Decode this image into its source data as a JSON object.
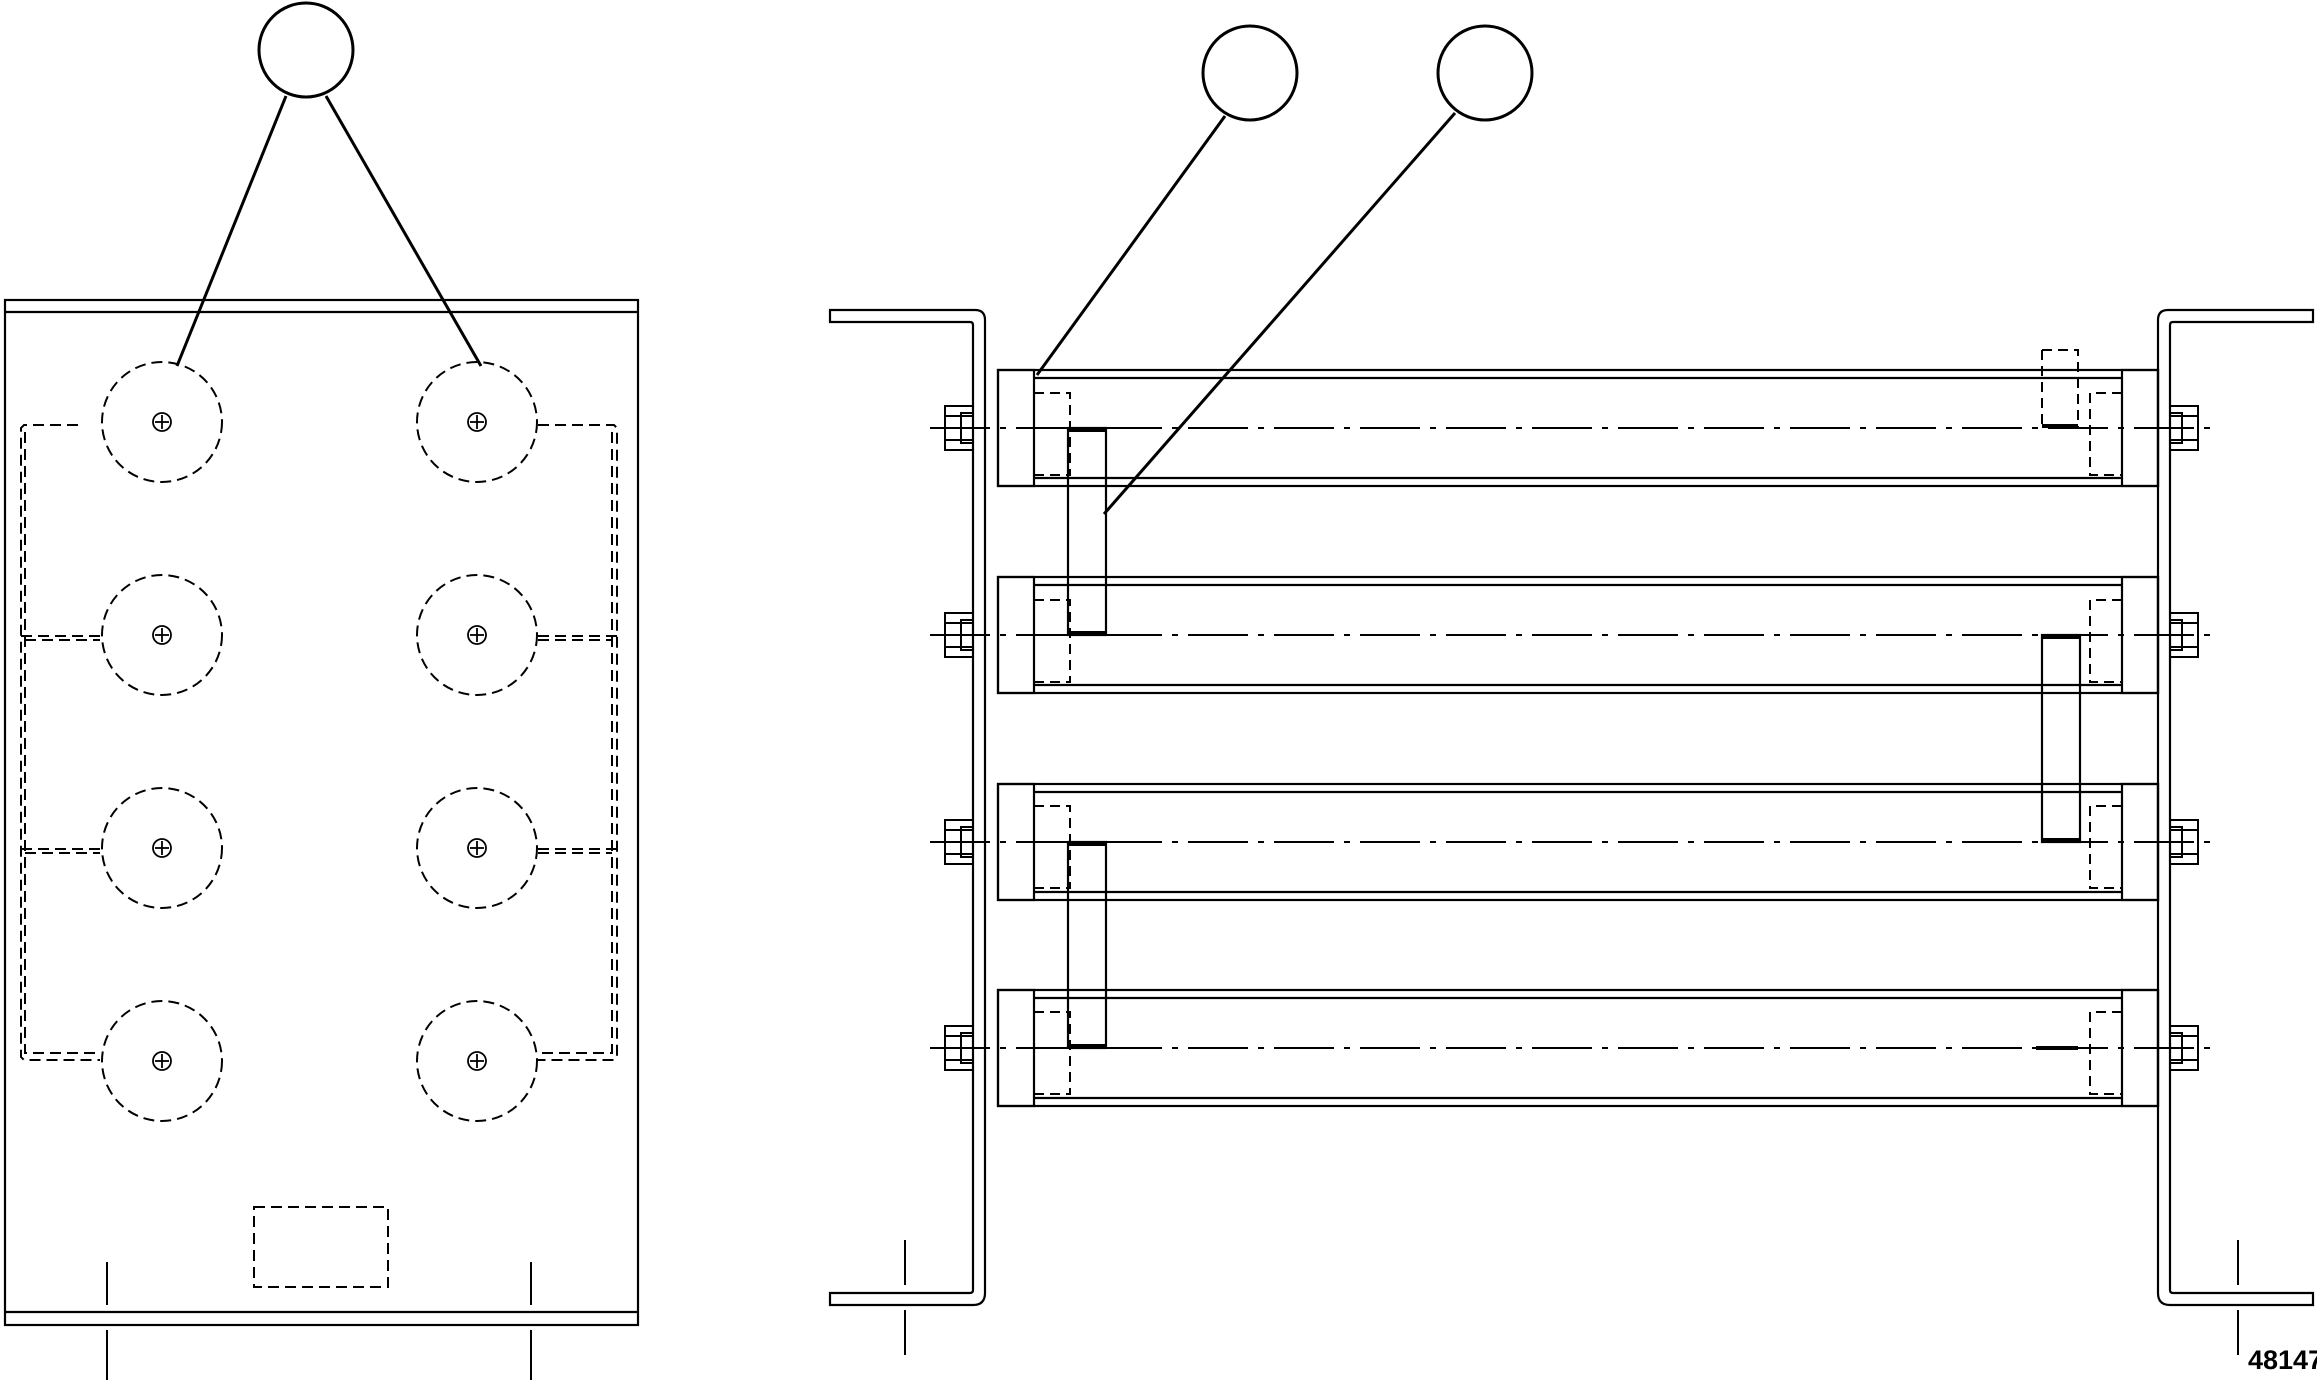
{
  "drawing": {
    "reference_number": "48147",
    "callouts": [
      {
        "id": "callout-1",
        "label": ""
      },
      {
        "id": "callout-2",
        "label": ""
      },
      {
        "id": "callout-3",
        "label": ""
      }
    ]
  }
}
